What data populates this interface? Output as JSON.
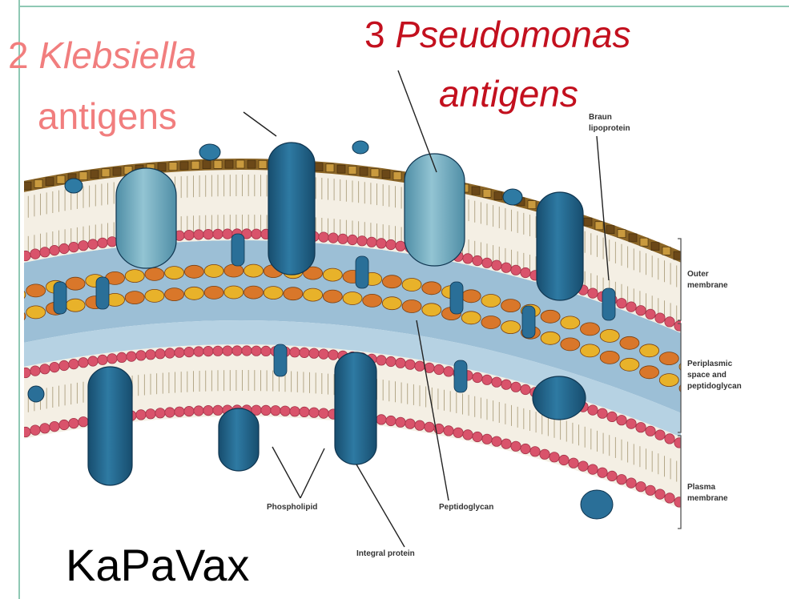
{
  "labels": {
    "klebsiella_prefix": "2",
    "klebsiella_name": "Klebsiella",
    "klebsiella_suffix": "antigens",
    "pseudomonas_prefix": "3",
    "pseudomonas_name": "Pseudomonas",
    "pseudomonas_suffix": "antigens",
    "vaccine_name": "KaPaVax"
  },
  "diagram_labels": {
    "lipoprotein_line1": "Braun",
    "lipoprotein_line2": "lipoprotein",
    "outer_membrane_line1": "Outer",
    "outer_membrane_line2": "membrane",
    "periplasmic_line1": "Periplasmic",
    "periplasmic_line2": "space and",
    "periplasmic_line3": "peptidoglycan",
    "plasma_membrane_line1": "Plasma",
    "plasma_membrane_line2": "membrane",
    "phospholipid": "Phospholipid",
    "peptidoglycan": "Peptidoglycan",
    "integral_protein": "Integral protein"
  },
  "colors": {
    "klebsiella_text": "#f17e7e",
    "pseudomonas_text": "#c3101e",
    "title_text": "#000000",
    "protein_dark": "#1e5f86",
    "protein_light": "#6aa3b8",
    "lipid_head": "#d9536b",
    "periplasm": "#9cbfd6",
    "peptidoglycan_orange": "#d9772a",
    "peptidoglycan_yellow": "#e8b22a",
    "lps_brown": "#7a5520"
  }
}
